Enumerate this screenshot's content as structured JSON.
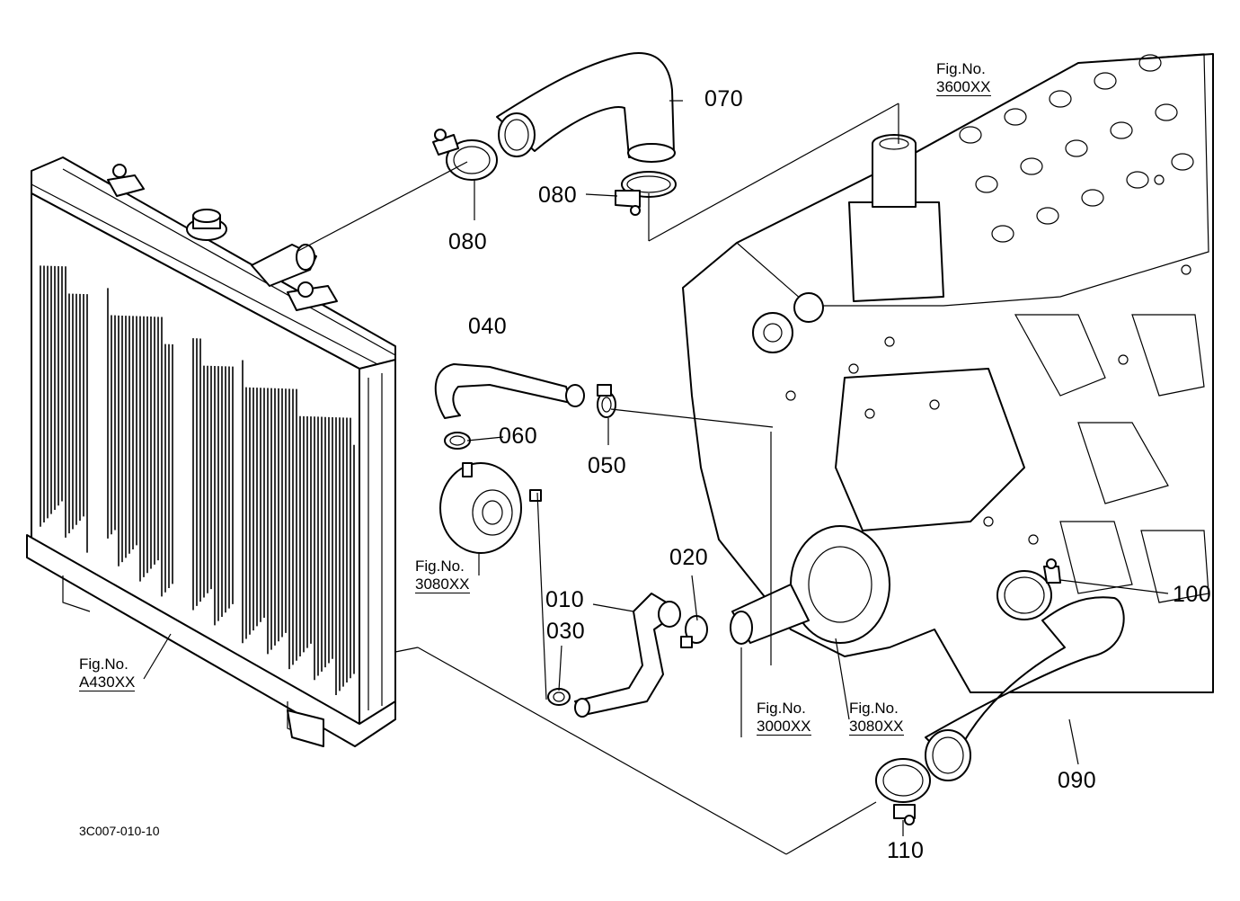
{
  "diagram_code": "3C007-010-10",
  "part_labels": {
    "p070": "070",
    "p080a": "080",
    "p080b": "080",
    "p040": "040",
    "p060": "060",
    "p050": "050",
    "p010": "010",
    "p020": "020",
    "p030": "030",
    "p100": "100",
    "p090": "090",
    "p110": "110"
  },
  "figure_refs": {
    "fig3600": {
      "prefix": "Fig.No.",
      "number": "3600XX"
    },
    "fig3080a": {
      "prefix": "Fig.No.",
      "number": "3080XX"
    },
    "figA430": {
      "prefix": "Fig.No.",
      "number": "A430XX"
    },
    "fig3000": {
      "prefix": "Fig.No.",
      "number": "3000XX"
    },
    "fig3080b": {
      "prefix": "Fig.No.",
      "number": "3080XX"
    }
  }
}
